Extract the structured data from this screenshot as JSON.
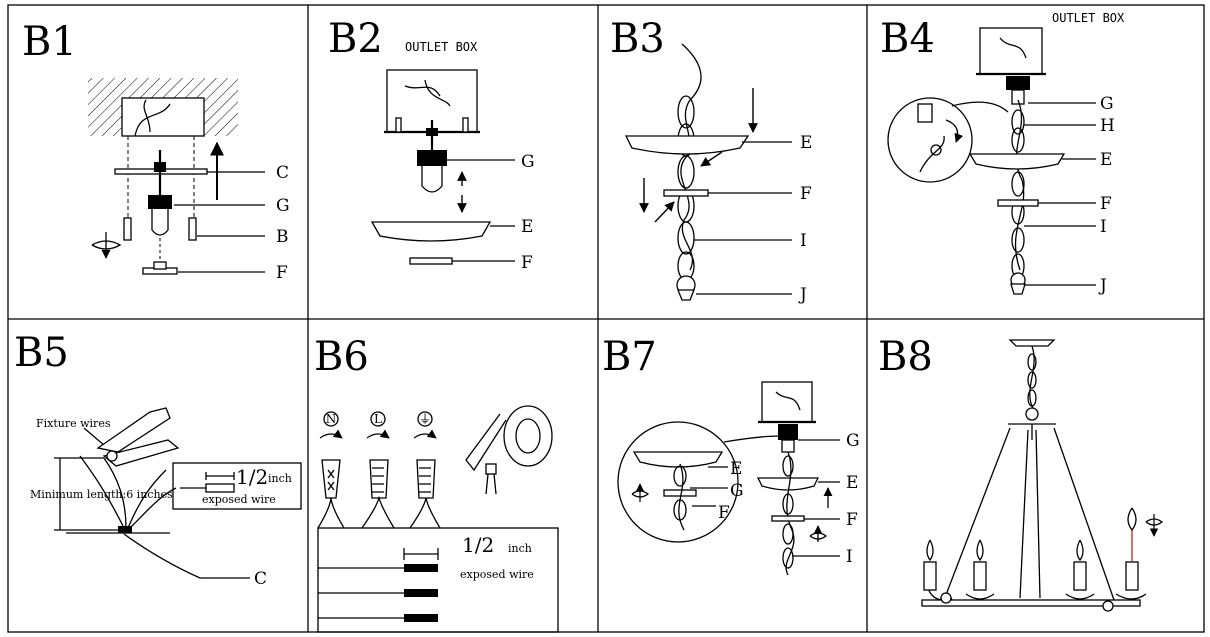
{
  "panels": [
    {
      "id": "B1",
      "title": "B1",
      "labels": [
        "C",
        "G",
        "B",
        "F"
      ]
    },
    {
      "id": "B2",
      "title": "B2",
      "caption": "OUTLET BOX",
      "labels": [
        "G",
        "E",
        "F"
      ]
    },
    {
      "id": "B3",
      "title": "B3",
      "labels": [
        "E",
        "F",
        "I",
        "J"
      ]
    },
    {
      "id": "B4",
      "title": "B4",
      "caption": "OUTLET BOX",
      "labels": [
        "G",
        "H",
        "E",
        "F",
        "I",
        "J"
      ]
    },
    {
      "id": "B5",
      "title": "B5",
      "labels": [
        "C"
      ],
      "fixture_wires": "Fixture wires",
      "minimum_length": "Minimum length:6 inches",
      "strip_value": "1/2",
      "strip_unit": "inch",
      "exposed": "exposed wire"
    },
    {
      "id": "B6",
      "title": "B6",
      "symbols": [
        "N",
        "L",
        "⏚"
      ],
      "strip_value": "1/2",
      "strip_unit": "inch",
      "exposed": "exposed wire"
    },
    {
      "id": "B7",
      "title": "B7",
      "labels": [
        "G",
        "E",
        "F",
        "I"
      ],
      "inset_labels": [
        "E",
        "G",
        "F"
      ]
    },
    {
      "id": "B8",
      "title": "B8"
    }
  ]
}
